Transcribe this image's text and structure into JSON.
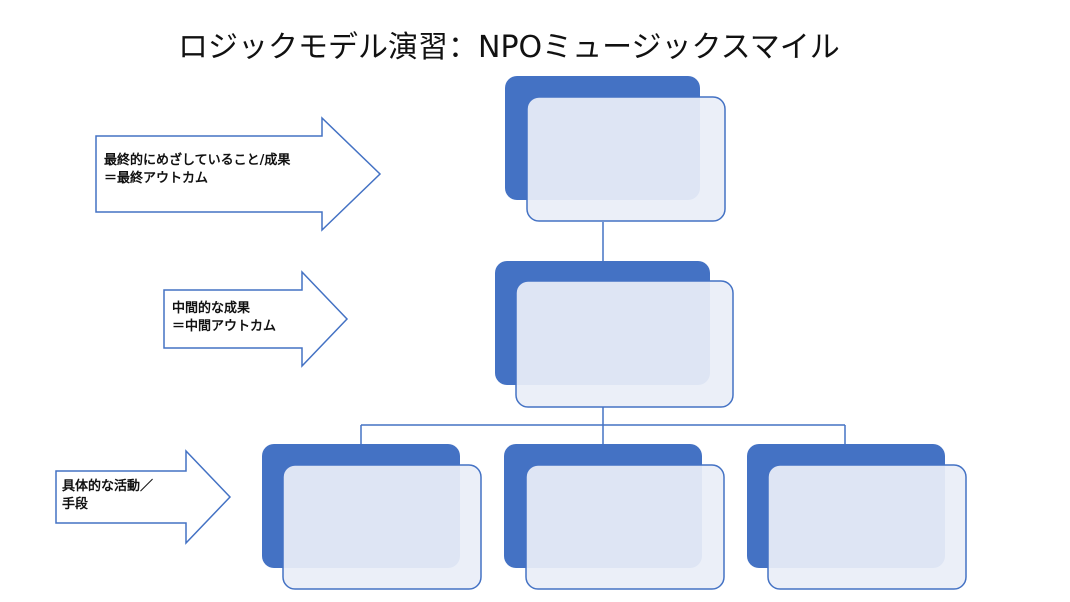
{
  "title": "ロジックモデル演習：NPOミュージックスマイル",
  "labels": {
    "final_outcome": {
      "line1": "最終的にめざしていること/成果",
      "line2": "＝最終アウトカム"
    },
    "intermediate_outcome": {
      "line1": "中間的な成果",
      "line2": "＝中間アウトカム"
    },
    "activities": {
      "line1": "具体的な活動／",
      "line2": "手段"
    }
  },
  "colors": {
    "box_back": "#4472C4",
    "box_front_fill": "#E9EEF7",
    "box_front_stroke": "#4472C4",
    "connector": "#4472C4",
    "arrow_stroke": "#4472C4",
    "arrow_fill": "#ffffff"
  }
}
